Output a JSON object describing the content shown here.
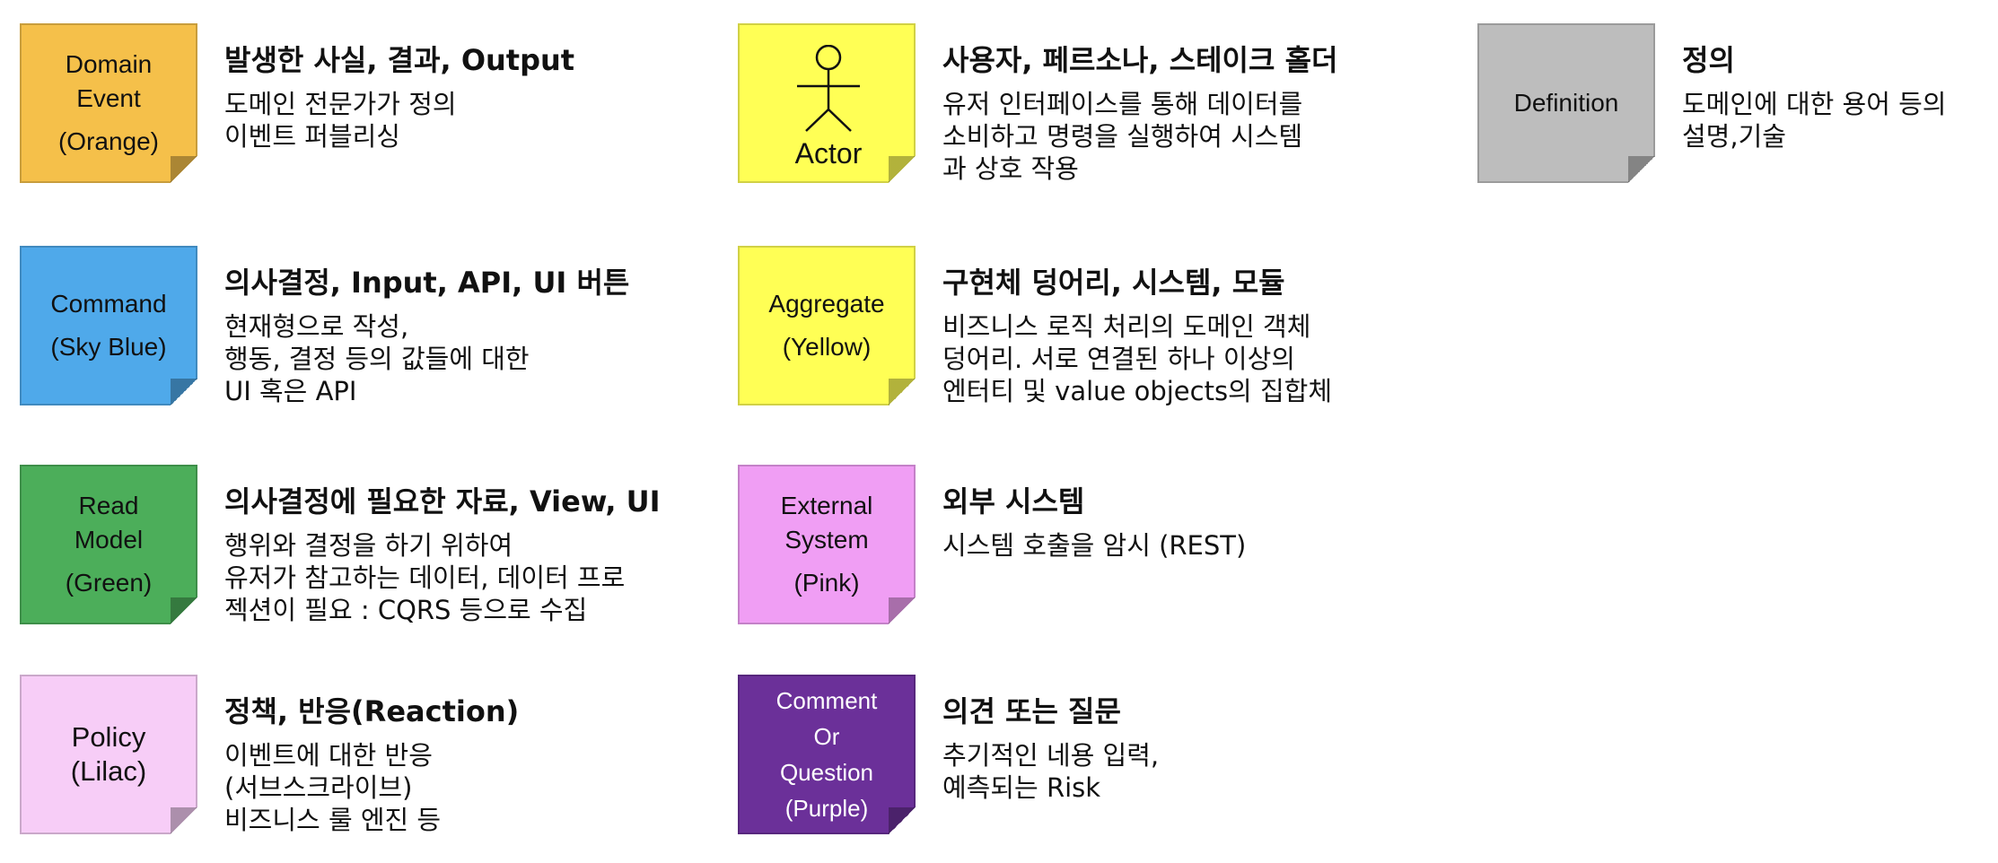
{
  "items": {
    "domain_event": {
      "sticky_lines": [
        "Domain",
        "Event",
        "(Orange)"
      ],
      "color": "#F5C04A",
      "title": "발생한 사실, 결과, Output",
      "desc": [
        "도메인 전문가가 정의",
        "이벤트 퍼블리싱"
      ]
    },
    "command": {
      "sticky_lines": [
        "Command",
        "(Sky Blue)"
      ],
      "color": "#4FA9EA",
      "title": "의사결정, Input, API, UI 버튼",
      "desc": [
        "현재형으로 작성,",
        "행동, 결정 등의 값들에 대한",
        "UI 혹은 API"
      ]
    },
    "read_model": {
      "sticky_lines": [
        "Read",
        "Model",
        "(Green)"
      ],
      "color": "#4CAE5A",
      "title": "의사결정에 필요한 자료, View, UI",
      "desc": [
        "행위와 결정을 하기 위하여",
        "유저가 참고하는 데이터, 데이터 프로",
        "젝션이 필요 : CQRS 등으로 수집"
      ]
    },
    "policy": {
      "sticky_lines": [
        "Policy",
        "(Lilac)"
      ],
      "color": "#F7CDF7",
      "title": "정책, 반응(Reaction)",
      "desc": [
        "이벤트에 대한 반응",
        "(서브스크라이브)",
        "비즈니스 룰 엔진 등"
      ]
    },
    "actor": {
      "label": "Actor",
      "color": "#FFFF55",
      "title": "사용자, 페르소나, 스테이크 홀더",
      "desc": [
        "유저 인터페이스를 통해 데이터를",
        "소비하고 명령을 실행하여 시스템",
        "과 상호 작용"
      ]
    },
    "aggregate": {
      "sticky_lines": [
        "Aggregate",
        "(Yellow)"
      ],
      "color": "#FFFF55",
      "title": "구현체 덩어리, 시스템, 모듈",
      "desc": [
        "비즈니스 로직 처리의 도메인 객체",
        "덩어리. 서로 연결된 하나 이상의",
        "엔터티 및 value objects의 집합체"
      ]
    },
    "external_system": {
      "sticky_lines": [
        "External",
        "System",
        "(Pink)"
      ],
      "color": "#F09EF4",
      "title": "외부 시스템",
      "desc": [
        "시스템 호출을 암시 (REST)"
      ]
    },
    "comment": {
      "sticky_lines": [
        "Comment",
        "Or",
        "Question",
        "(Purple)"
      ],
      "color": "#6B3099",
      "title": "의견 또는 질문",
      "desc": [
        "추기적인 네용 입력,",
        "예측되는 Risk"
      ]
    },
    "definition": {
      "sticky_lines": [
        "Definition"
      ],
      "color": "#BDBDBD",
      "title": "정의",
      "desc": [
        "도메인에 대한 용어 등의",
        "설명,기술"
      ]
    }
  }
}
